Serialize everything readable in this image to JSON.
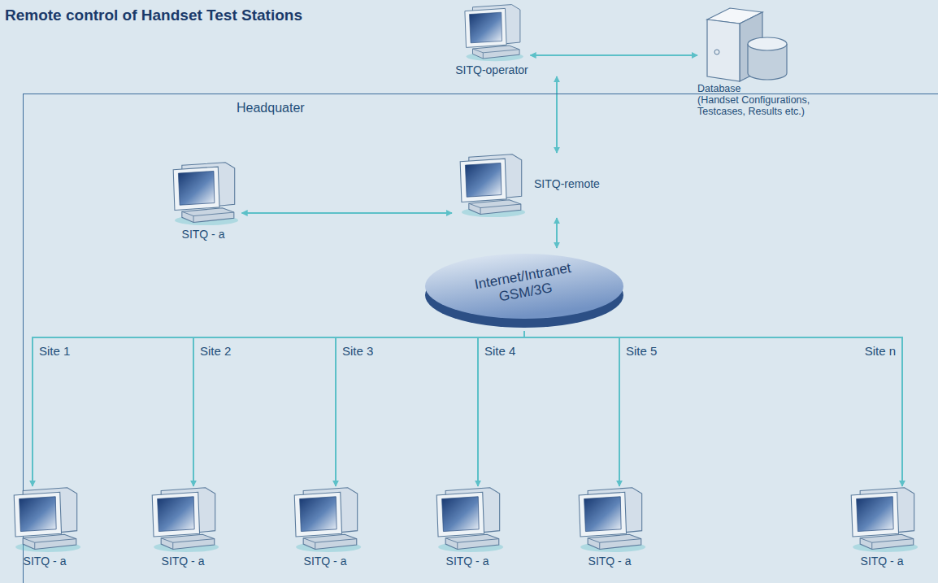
{
  "diagram": {
    "title": "Remote control of Handset Test Stations",
    "nodes": [
      {
        "text": [
          "SITQ-operator"
        ]
      },
      {
        "text": [
          "Database",
          "(Handset Configurations, Testcases, Results etc.)"
        ]
      },
      {
        "text": [
          "Headquater"
        ]
      },
      {
        "text": [
          "SITQ - a"
        ],
        "in": 2
      },
      {
        "text": [
          "SITQ-remote"
        ],
        "in": 2
      },
      {
        "text": [
          "Internet/Intranet GSM/3G"
        ],
        "in": 2
      },
      {
        "text": [
          "SITQ - a"
        ],
        "in": 2
      },
      {
        "text": [
          "SITQ - a"
        ],
        "in": 2
      },
      {
        "text": [
          "SITQ - a"
        ],
        "in": 2
      },
      {
        "text": [
          "SITQ - a"
        ],
        "in": 2
      },
      {
        "text": [
          "SITQ - a"
        ],
        "in": 2
      },
      {
        "text": [
          "SITQ - a"
        ],
        "in": 2
      }
    ],
    "edges": [
      {
        "from": 0,
        "to": 1,
        "arrow": "both"
      },
      {
        "from": 0,
        "to": 4,
        "arrow": "both"
      },
      {
        "from": 3,
        "to": 4,
        "arrow": "both"
      },
      {
        "from": 4,
        "to": 5,
        "arrow": "both"
      },
      {
        "from": 5,
        "to": 6,
        "label": "Site 1",
        "arrow": "to"
      },
      {
        "from": 5,
        "to": 7,
        "label": "Site 2",
        "arrow": "to"
      },
      {
        "from": 5,
        "to": 8,
        "label": "Site 3",
        "arrow": "to"
      },
      {
        "from": 5,
        "to": 9,
        "label": "Site 4",
        "arrow": "to"
      },
      {
        "from": 5,
        "to": 10,
        "label": "Site 5",
        "arrow": "to"
      },
      {
        "from": 5,
        "to": 11,
        "label": "Site n",
        "arrow": "to"
      }
    ]
  }
}
